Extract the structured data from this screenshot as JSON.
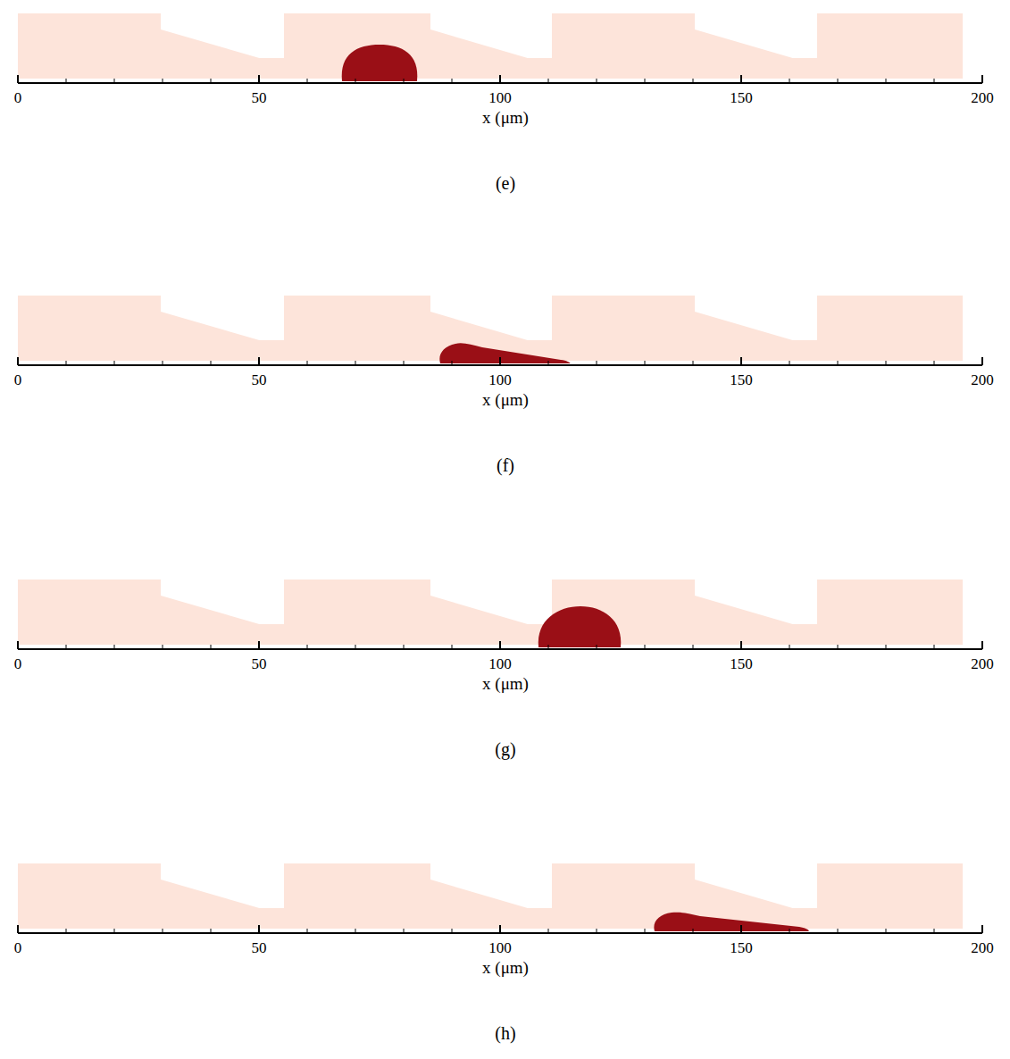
{
  "diagram": {
    "labels": [
      "0",
      "50",
      "100",
      "150",
      "200",
      "x (μm)",
      "(e)",
      "0",
      "50",
      "100",
      "150",
      "200",
      "x (μm)",
      "(f)",
      "0",
      "50",
      "100",
      "150",
      "200",
      "x (μm)",
      "(g)",
      "0",
      "50",
      "100",
      "150",
      "200",
      "x (μm)",
      "(h)"
    ]
  }
}
